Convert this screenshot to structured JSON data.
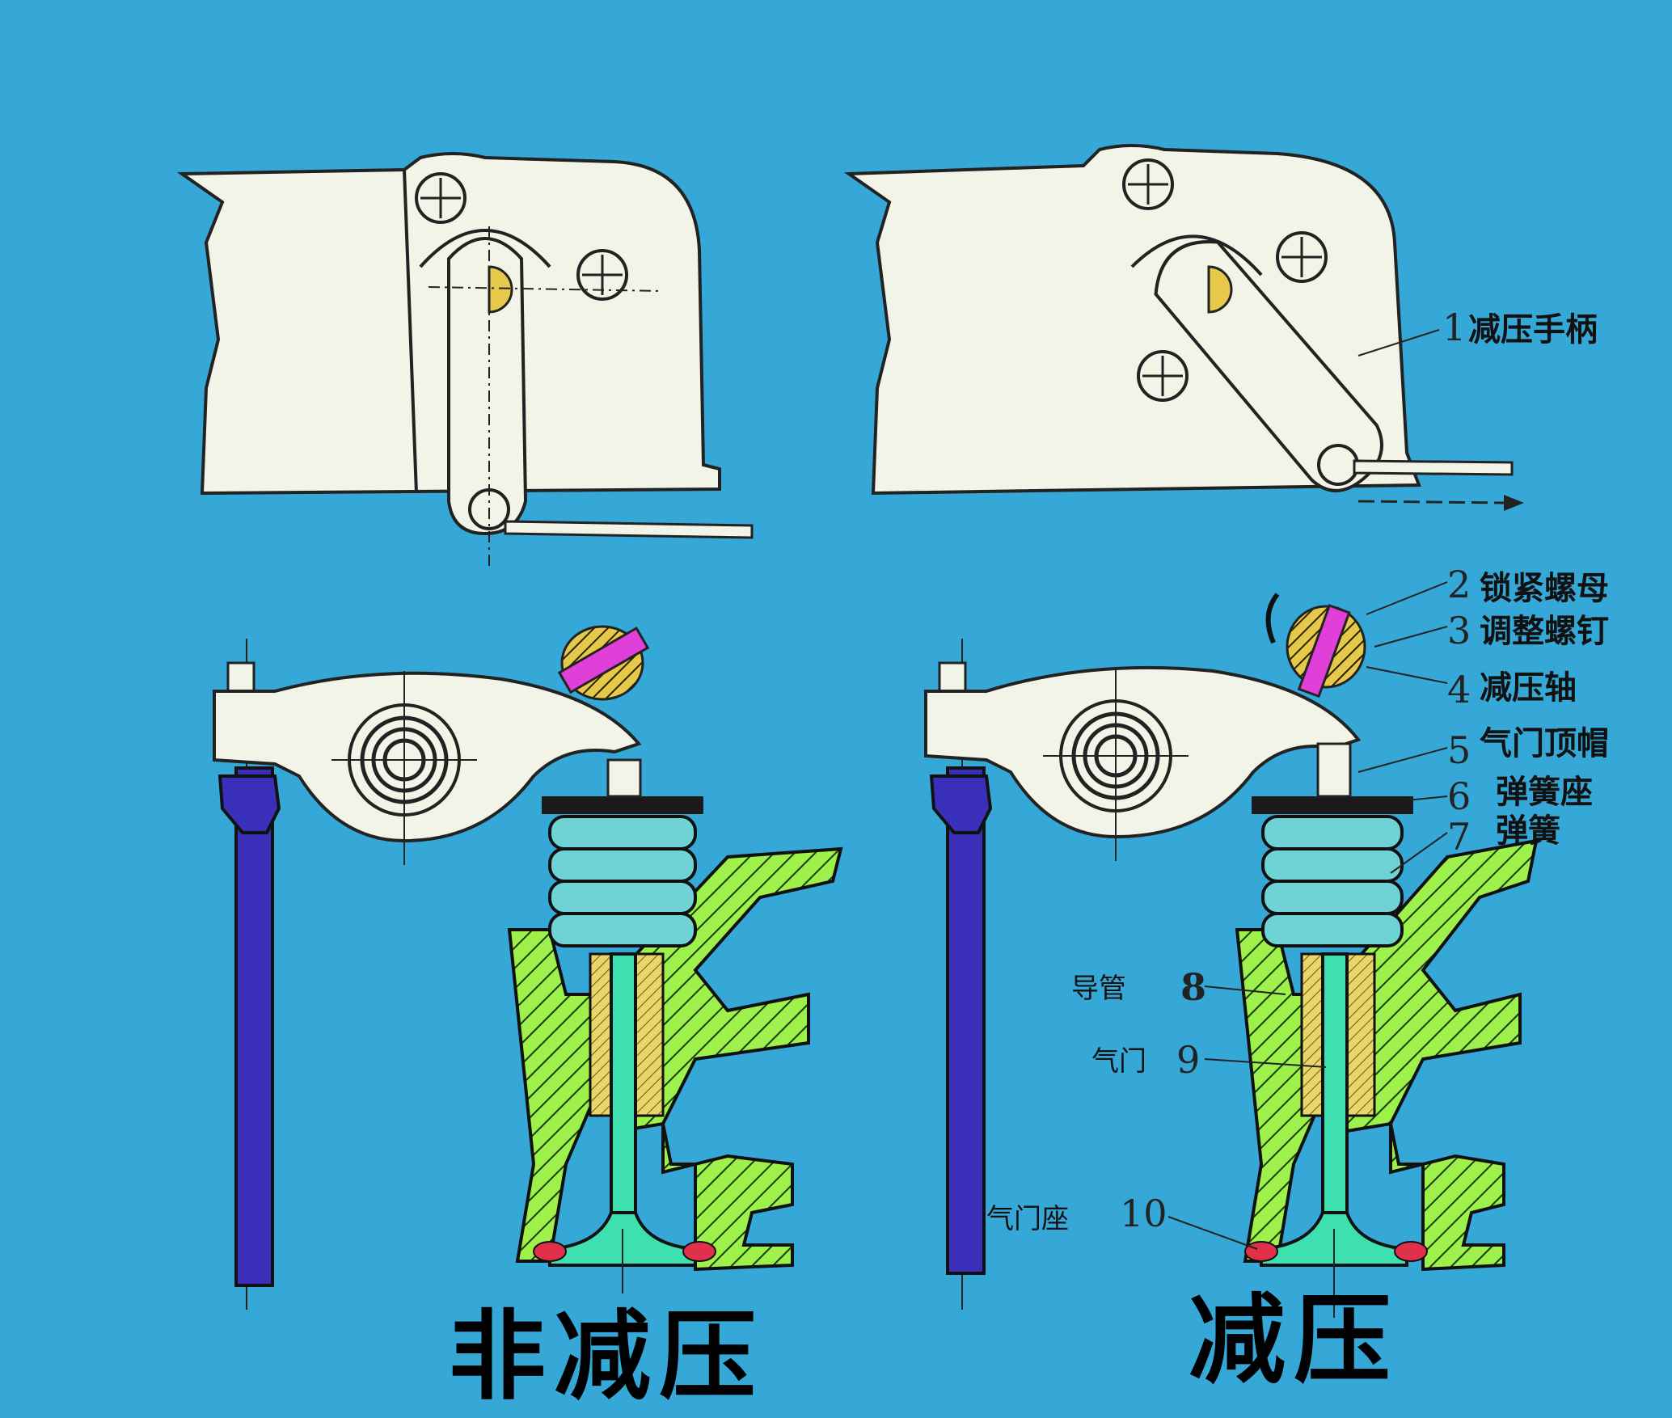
{
  "captions": {
    "left": "非减压",
    "right": "减压"
  },
  "parts": [
    {
      "num": "1",
      "name": "减压手柄"
    },
    {
      "num": "2",
      "name": "锁紧螺母"
    },
    {
      "num": "3",
      "name": "调整螺钉"
    },
    {
      "num": "4",
      "name": "减压轴"
    },
    {
      "num": "5",
      "name": "气门顶帽"
    },
    {
      "num": "6",
      "name": "弹簧座"
    },
    {
      "num": "7",
      "name": "弹簧"
    },
    {
      "num": "8",
      "name": "导管"
    },
    {
      "num": "9",
      "name": "气门"
    },
    {
      "num": "10",
      "name": "气门座"
    }
  ],
  "colors": {
    "background": "#35a8d8",
    "casting": "#f2f4e8",
    "pushrod": "#3a2fb8",
    "head": "#9ef04a",
    "spring": "#6fd3d6",
    "valve": "#3fe0b0",
    "shaft": "#e6c84a",
    "screw": "#e040d8",
    "seat": "#e0304a"
  }
}
